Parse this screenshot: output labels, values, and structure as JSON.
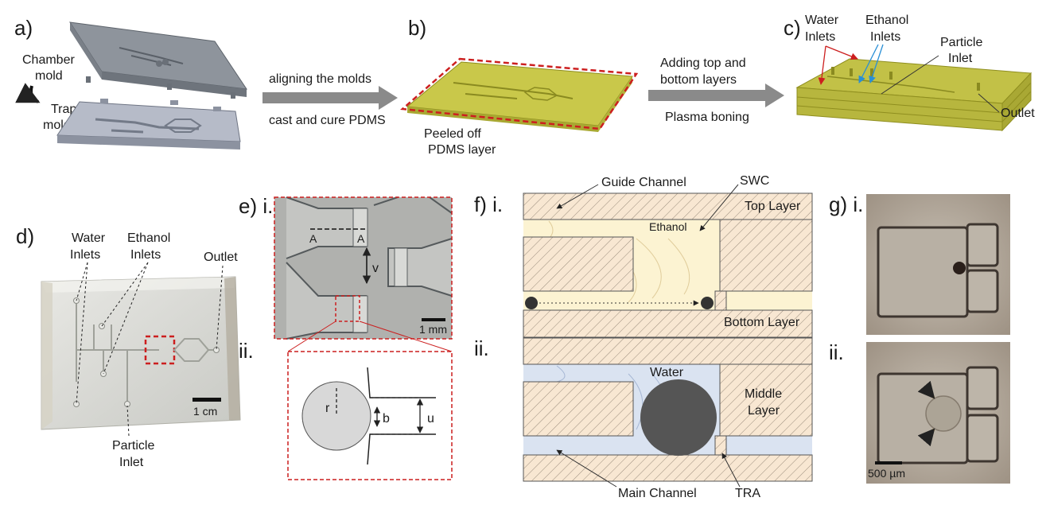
{
  "panels": {
    "a": {
      "letter": "a)",
      "chamber_mold": [
        "Chamber",
        "mold"
      ],
      "trap_mold": [
        "Trap",
        "mold"
      ],
      "arrow_top": "aligning the molds",
      "arrow_bottom": "cast and cure PDMS"
    },
    "b": {
      "letter": "b)",
      "peeled": [
        "Peeled off",
        "PDMS layer"
      ],
      "arrow_top": [
        "Adding top and",
        "bottom layers"
      ],
      "arrow_bottom": "Plasma boning"
    },
    "c": {
      "letter": "c)",
      "water_inlets": [
        "Water",
        "Inlets"
      ],
      "ethanol_inlets": [
        "Ethanol",
        "Inlets"
      ],
      "particle_inlet": [
        "Particle",
        "Inlet"
      ],
      "outlet": "Outlet"
    },
    "d": {
      "letter": "d)",
      "water_inlets": [
        "Water",
        "Inlets"
      ],
      "ethanol_inlets": [
        "Ethanol",
        "Inlets"
      ],
      "outlet": "Outlet",
      "particle_inlet": [
        "Particle",
        "Inlet"
      ],
      "scale": "1 cm"
    },
    "e": {
      "letter": "e) i.",
      "sub_ii": "ii.",
      "mark_a": "A",
      "mark_v": "v",
      "scale": "1 mm",
      "r": "r",
      "b": "b",
      "u": "u"
    },
    "f": {
      "letter": "f) i.",
      "sub_ii": "ii.",
      "guide_channel": "Guide Channel",
      "swc": "SWC",
      "top_layer": "Top Layer",
      "ethanol": "Ethanol",
      "bottom_layer": "Bottom Layer",
      "water": "Water",
      "middle_layer": [
        "Middle",
        "Layer"
      ],
      "main_channel": "Main Channel",
      "tra": "TRA"
    },
    "g": {
      "letter": "g) i.",
      "sub_ii": "ii.",
      "scale": "500 µm"
    }
  },
  "colors": {
    "pdms": "#c9c84a",
    "hatch_fill": "#f8e7d2",
    "ethanol_fill": "#fcf3d2",
    "water_fill": "#dae3f1",
    "highlight": "#cc1f1f",
    "blue_arrow": "#2a8fd6"
  }
}
